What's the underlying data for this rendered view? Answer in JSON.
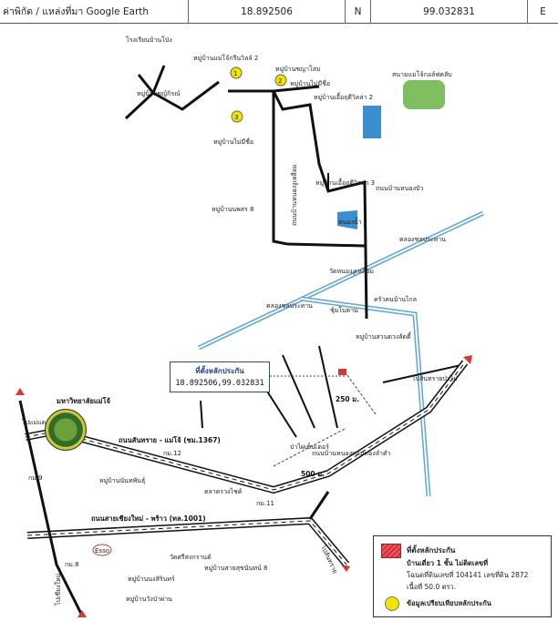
{
  "header": {
    "coord_label": "ค่าพิกัด / แหล่งที่มา Google Earth",
    "lat": "18.892506",
    "lat_dir": "N",
    "lon": "99.032831",
    "lon_dir": "E"
  },
  "map": {
    "labels": {
      "school_pong": "โรงเรียนบ้านโป่ง",
      "village_mae_jo_green_2": "หมู่บ้านแม่โจ้กรีนวิลล์ 2",
      "village_kalasi": "หมู่บ้านชญาโสม",
      "village_chayakirin": "หมู่บ้านชญ์กิรณ์",
      "village_mai_mi_chue_1": "หมู่บ้านไม่มีชื่อ",
      "village_fa_sai_villa_2": "หมู่บ้านเอื้อฤดีวิลล่า 2",
      "golf": "สนามแม่โจ้กอล์ฟคลับ",
      "village_mai_mi_chue_2": "หมู่บ้านไม่มีชื่อ",
      "village_fa_sai_villa_3": "หมู่บ้านเอื้อฤดีวิลล่า 3",
      "road_nong_ku": "ถนนบ้านหนองบัว",
      "road_nong_ngu_luam": "ถนนบ้านหนองงูเหลือม",
      "village_nhoe_8": "หมู่บ้านนพสร 8",
      "pond": "หนองน้ำ",
      "wat_nong_ngu_luam": "วัดหนองงูเหลือม",
      "canal_1": "คลองชลประทาน",
      "canal_2": "คลองชลประทาน",
      "market": "ชุ้มโบตาน",
      "kloang_mae_kon": "ครัวคนบ้านไกล",
      "village_suan_chaluem": "หมู่บ้านสวนตวงลัดดี้",
      "to_san_sai": "ไปสันทรายป่าไผ่",
      "dist_250": "250 ม.",
      "dist_500": "500 ม.",
      "road_map_ban_sai": "ถนนบ้านหนองหล่มทองลำตำ",
      "university": "มหาวิทยาลัยแม่โจ้",
      "to_phrao": "ไปแม่แตงพร้าว",
      "road_san_sai_mae_jo": "ถนนสันทราย - แม่โจ้ (ชม.1367)",
      "km12": "กม.12",
      "km9": "กม.9",
      "km11": "กม.11",
      "km8": "กม.8",
      "pa_sao_centre": "ป่าไผ่เซ็นเตอร์",
      "village_nanthaphan": "หมู่บ้านนันทพันธุ์",
      "talat_rai": "ตลาดรวงไชค์",
      "road_chiangmai_phrao": "ถนนสายเชียงใหม่ - พร้าว (ทล.1001)",
      "to_chiangmai": "ไปเชียงใหม่",
      "to_sansai": "ไปสันทราย",
      "wat_sri_don": "วัดศรีสงกรานต์",
      "village_santisuk": "หมู่บ้านสายสุขนันทน์ 8",
      "village_nong_sira": "หมู่บ้านนงสิรินทร์",
      "village_wanpen": "หมู่บ้านวังป่าผ่าน",
      "esso": "Esso",
      "marker_1": "1",
      "marker_2": "2",
      "marker_3": "3"
    },
    "colors": {
      "road": "#111111",
      "canal": "#5ea6d8",
      "water": "#3b8fcf",
      "marker": "#f2e400",
      "property": "#d9382f",
      "dimension": "#1a44a0"
    }
  },
  "infobox": {
    "title": "ที่ตั้งหลักประกัน",
    "coords": "18.892506,99.032831"
  },
  "legend": {
    "item1_title": "ที่ตั้งหลักประกัน",
    "item1_line1": "บ้านเดี่ยว 1 ชั้น ไม่ติดเลขที่",
    "item1_line2": "โฉนดที่ดินเลขที่ 104141 เลขที่ดิน 2872",
    "item1_line3": "เนื้อที่ 50.0 ตรว.",
    "item2_title": "ข้อมูลเปรียบเทียบหลักประกัน"
  }
}
